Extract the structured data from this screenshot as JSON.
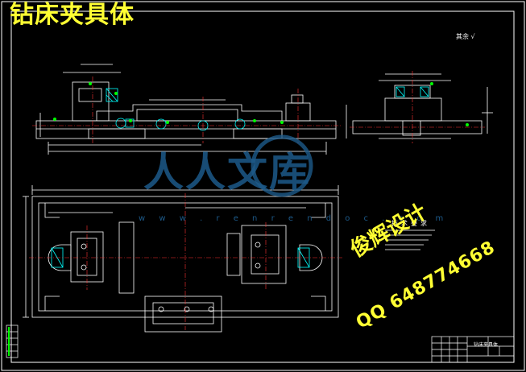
{
  "drawing": {
    "title": "钻床夹具体",
    "author": "俊辉设计",
    "contact": "QQ 648774668",
    "watermark": "人人文库",
    "watermark_url": "w w w . r e n r e n d o c . c o m",
    "technical_requirements_title": "技术要求",
    "roughness_symbol": "其余 √",
    "title_block_name": "钻床夹具体"
  },
  "colors": {
    "background": "#000000",
    "outline": "#ffffff",
    "centerline": "#ff3333",
    "hatch": "#00ffff",
    "annotation": "#ffff33",
    "watermark": "#1d5a8a",
    "mark": "#00ff00"
  }
}
